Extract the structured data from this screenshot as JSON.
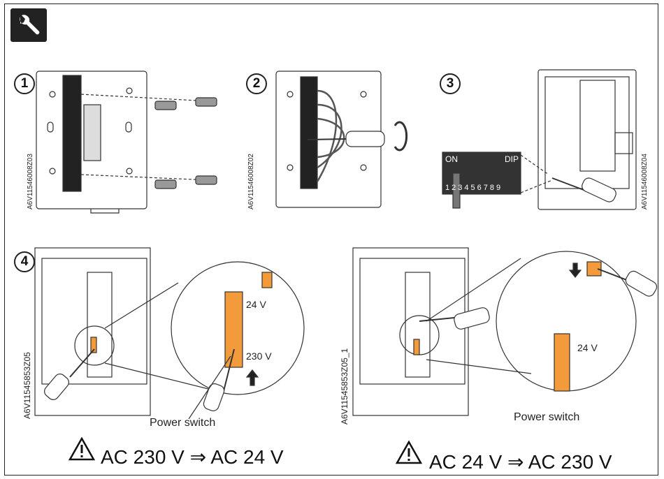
{
  "tool_icon": "wrench-screwdriver-icon",
  "steps": [
    "1",
    "2",
    "3",
    "4"
  ],
  "codes": {
    "c1": "A6V11546008Z03",
    "c2": "A6V11546008Z02",
    "c3": "A6V11546008Z04",
    "c4": "A6V11545853Z05",
    "c5": "A6V11545853Z05_1"
  },
  "dip": {
    "on": "ON",
    "dip": "DIP",
    "numbers": [
      "1",
      "2",
      "3",
      "4",
      "5",
      "6",
      "7",
      "8",
      "9"
    ]
  },
  "panel4": {
    "v24": "24 V",
    "v230": "230 V",
    "power_switch": "Power switch",
    "warning": "AC 230 V ⇒ AC 24 V"
  },
  "panel5": {
    "v24": "24 V",
    "power_switch": "Power switch",
    "warning": "AC 24 V ⇒ AC 230 V"
  },
  "colors": {
    "accent": "#f39b3a",
    "ink": "#222222"
  }
}
